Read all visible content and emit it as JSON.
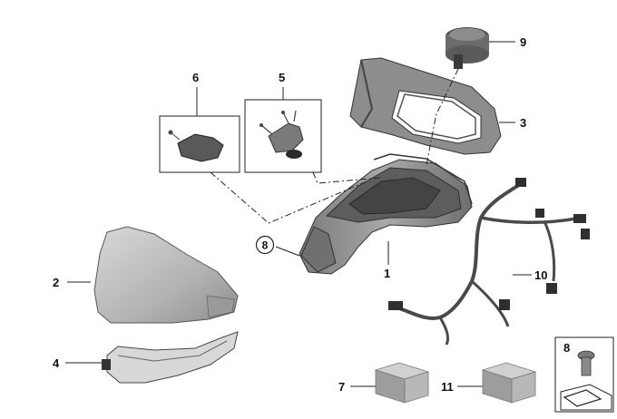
{
  "callouts": {
    "c1": "1",
    "c2": "2",
    "c3": "3",
    "c4": "4",
    "c5": "5",
    "c6": "6",
    "c7": "7",
    "c8_circle": "8",
    "c8_box": "8",
    "c9": "9",
    "c10": "10",
    "c11": "11"
  },
  "colors": {
    "part_gray": "#b4b4b4",
    "dark_gray": "#3c3c3c",
    "line": "#222222"
  }
}
